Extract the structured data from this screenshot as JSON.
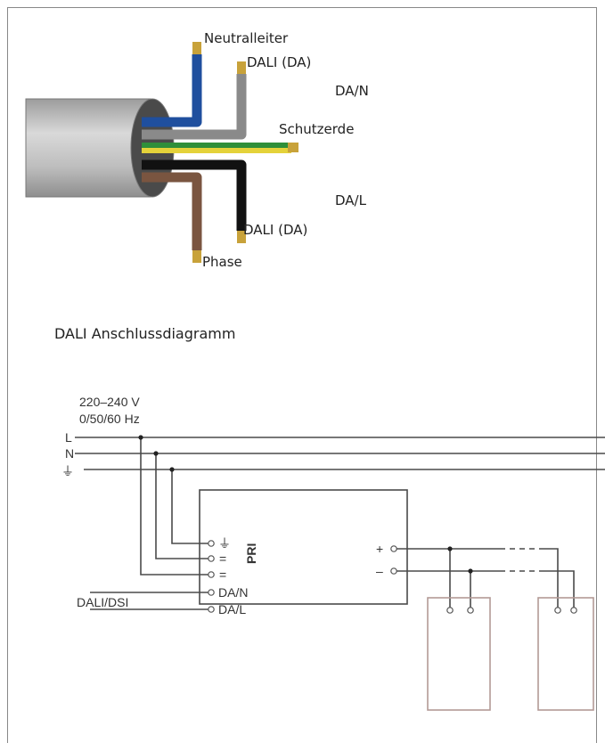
{
  "cable": {
    "labels": {
      "neutral": "Neutralleiter",
      "dali_top": "DALI (DA)",
      "da_n": "DA/N",
      "earth": "Schutzerde",
      "da_l": "DA/L",
      "dali_bottom": "DALI (DA)",
      "phase": "Phase"
    },
    "colors": {
      "neutral": "#1f4f9e",
      "dali_grey": "#8a8a8a",
      "earth_green": "#2f8f3a",
      "earth_yellow": "#e4d23a",
      "dali_black": "#111111",
      "phase_brown": "#7a5540",
      "jacket": "#b7b7b7"
    }
  },
  "diagram": {
    "subtitle": "DALI Anschlussdiagramm",
    "voltage": "220–240 V",
    "frequency": "0/50/60 Hz",
    "line_L": "L",
    "line_N": "N",
    "earth_symbol": "⏚",
    "module_label": "PRI",
    "terminal_earth": "⏚",
    "terminal_eq1": "=",
    "terminal_eq2": "=",
    "terminal_dan": "DA/N",
    "terminal_dal": "DA/L",
    "input_label": "DALI/DSI",
    "plus": "+",
    "minus": "–"
  }
}
